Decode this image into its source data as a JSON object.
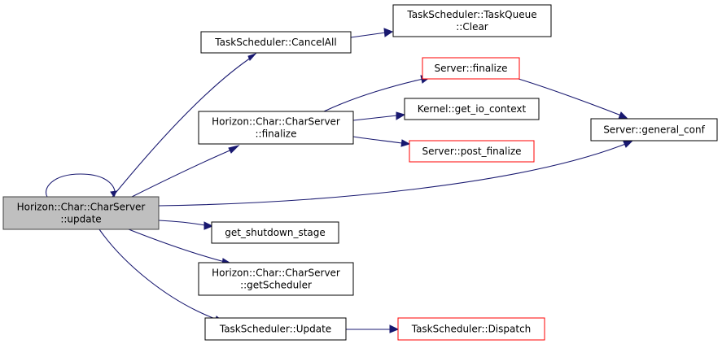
{
  "colors": {
    "edge": "#191970",
    "node_border_default": "#000000",
    "node_border_truncated": "#ff0000",
    "node_fill": "#ffffff",
    "focus_fill": "#bfbfbf",
    "focus_border": "#404040"
  },
  "nodes": {
    "update": {
      "lines": [
        "Horizon::Char::CharServer",
        "::update"
      ],
      "style": "focus"
    },
    "cancel_all": {
      "lines": [
        "TaskScheduler::CancelAll"
      ],
      "style": "default"
    },
    "queue_clear": {
      "lines": [
        "TaskScheduler::TaskQueue",
        "::Clear"
      ],
      "style": "default"
    },
    "server_finalize": {
      "lines": [
        "Server::finalize"
      ],
      "style": "truncated"
    },
    "cs_finalize": {
      "lines": [
        "Horizon::Char::CharServer",
        "::finalize"
      ],
      "style": "default"
    },
    "get_io_context": {
      "lines": [
        "Kernel::get_io_context"
      ],
      "style": "default"
    },
    "post_finalize": {
      "lines": [
        "Server::post_finalize"
      ],
      "style": "truncated"
    },
    "general_conf": {
      "lines": [
        "Server::general_conf"
      ],
      "style": "default"
    },
    "shutdown_stage": {
      "lines": [
        "get_shutdown_stage"
      ],
      "style": "default"
    },
    "get_scheduler": {
      "lines": [
        "Horizon::Char::CharServer",
        "::getScheduler"
      ],
      "style": "default"
    },
    "sched_update": {
      "lines": [
        "TaskScheduler::Update"
      ],
      "style": "default"
    },
    "dispatch": {
      "lines": [
        "TaskScheduler::Dispatch"
      ],
      "style": "truncated"
    }
  },
  "edges": [
    {
      "from": "update",
      "to": "update"
    },
    {
      "from": "update",
      "to": "cancel_all"
    },
    {
      "from": "update",
      "to": "cs_finalize"
    },
    {
      "from": "update",
      "to": "general_conf"
    },
    {
      "from": "update",
      "to": "shutdown_stage"
    },
    {
      "from": "update",
      "to": "get_scheduler"
    },
    {
      "from": "update",
      "to": "sched_update"
    },
    {
      "from": "cancel_all",
      "to": "queue_clear"
    },
    {
      "from": "cs_finalize",
      "to": "server_finalize"
    },
    {
      "from": "cs_finalize",
      "to": "get_io_context"
    },
    {
      "from": "cs_finalize",
      "to": "post_finalize"
    },
    {
      "from": "server_finalize",
      "to": "general_conf"
    },
    {
      "from": "sched_update",
      "to": "dispatch"
    }
  ]
}
